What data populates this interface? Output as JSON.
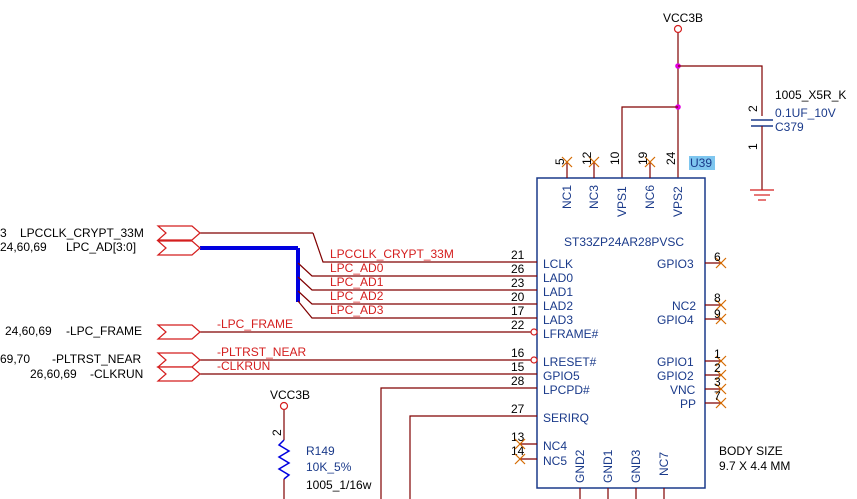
{
  "power": {
    "vcc_top": "VCC3B",
    "vcc_bottom": "VCC3B"
  },
  "capacitor": {
    "package": "1005_X5R_K",
    "value": "0.1UF_10V",
    "ref": "C379",
    "pin_top": "2",
    "pin_bottom": "1"
  },
  "resistor": {
    "ref": "R149",
    "value": "10K_5%",
    "package": "1005_1/16w",
    "pin_top": "2"
  },
  "chip": {
    "ref": "U39",
    "part": "ST33ZP24AR28PVSC",
    "body_size_label": "BODY  SIZE",
    "body_size_value": "9.7  X  4.4  MM",
    "top_pins": [
      {
        "num": "5",
        "name": "NC1"
      },
      {
        "num": "12",
        "name": "NC3"
      },
      {
        "num": "10",
        "name": "VPS1"
      },
      {
        "num": "19",
        "name": "NC6"
      },
      {
        "num": "24",
        "name": "VPS2"
      }
    ],
    "bottom_pins": [
      {
        "name": "GND2"
      },
      {
        "name": "GND1"
      },
      {
        "name": "GND3"
      },
      {
        "name": "NC7"
      }
    ],
    "left_pins": [
      {
        "num": "21",
        "name": "LCLK"
      },
      {
        "num": "26",
        "name": "LAD0"
      },
      {
        "num": "23",
        "name": "LAD1"
      },
      {
        "num": "20",
        "name": "LAD2"
      },
      {
        "num": "17",
        "name": "LAD3"
      },
      {
        "num": "22",
        "name": "LFRAME#"
      },
      {
        "num": "16",
        "name": "LRESET#"
      },
      {
        "num": "15",
        "name": "GPIO5"
      },
      {
        "num": "28",
        "name": "LPCPD#"
      },
      {
        "num": "27",
        "name": "SERIRQ"
      },
      {
        "num": "13",
        "name": "NC4"
      },
      {
        "num": "14",
        "name": "NC5"
      }
    ],
    "right_pins": [
      {
        "num": "6",
        "name": "GPIO3"
      },
      {
        "num": "8",
        "name": "NC2"
      },
      {
        "num": "9",
        "name": "GPIO4"
      },
      {
        "num": "1",
        "name": "GPIO1"
      },
      {
        "num": "2",
        "name": "GPIO2"
      },
      {
        "num": "3",
        "name": "VNC"
      },
      {
        "num": "7",
        "name": "PP"
      }
    ]
  },
  "nets": {
    "lpcclk": "LPCCLK_CRYPT_33M",
    "lad0": "LPC_AD0",
    "lad1": "LPC_AD1",
    "lad2": "LPC_AD2",
    "lad3": "LPC_AD3",
    "lframe": "-LPC_FRAME",
    "pltrst": "-PLTRST_NEAR",
    "clkrun": "-CLKRUN"
  },
  "offpage": {
    "lpcclk_refs": "3",
    "lpcclk_name": "LPCCLK_CRYPT_33M",
    "lad_refs": "24,60,69",
    "lad_name": "LPC_AD[3:0]",
    "lframe_refs": "24,60,69",
    "lframe_name": "-LPC_FRAME",
    "pltrst_refs": "69,70",
    "pltrst_name": "-PLTRST_NEAR",
    "clkrun_refs": "26,60,69",
    "clkrun_name": "-CLKRUN"
  }
}
